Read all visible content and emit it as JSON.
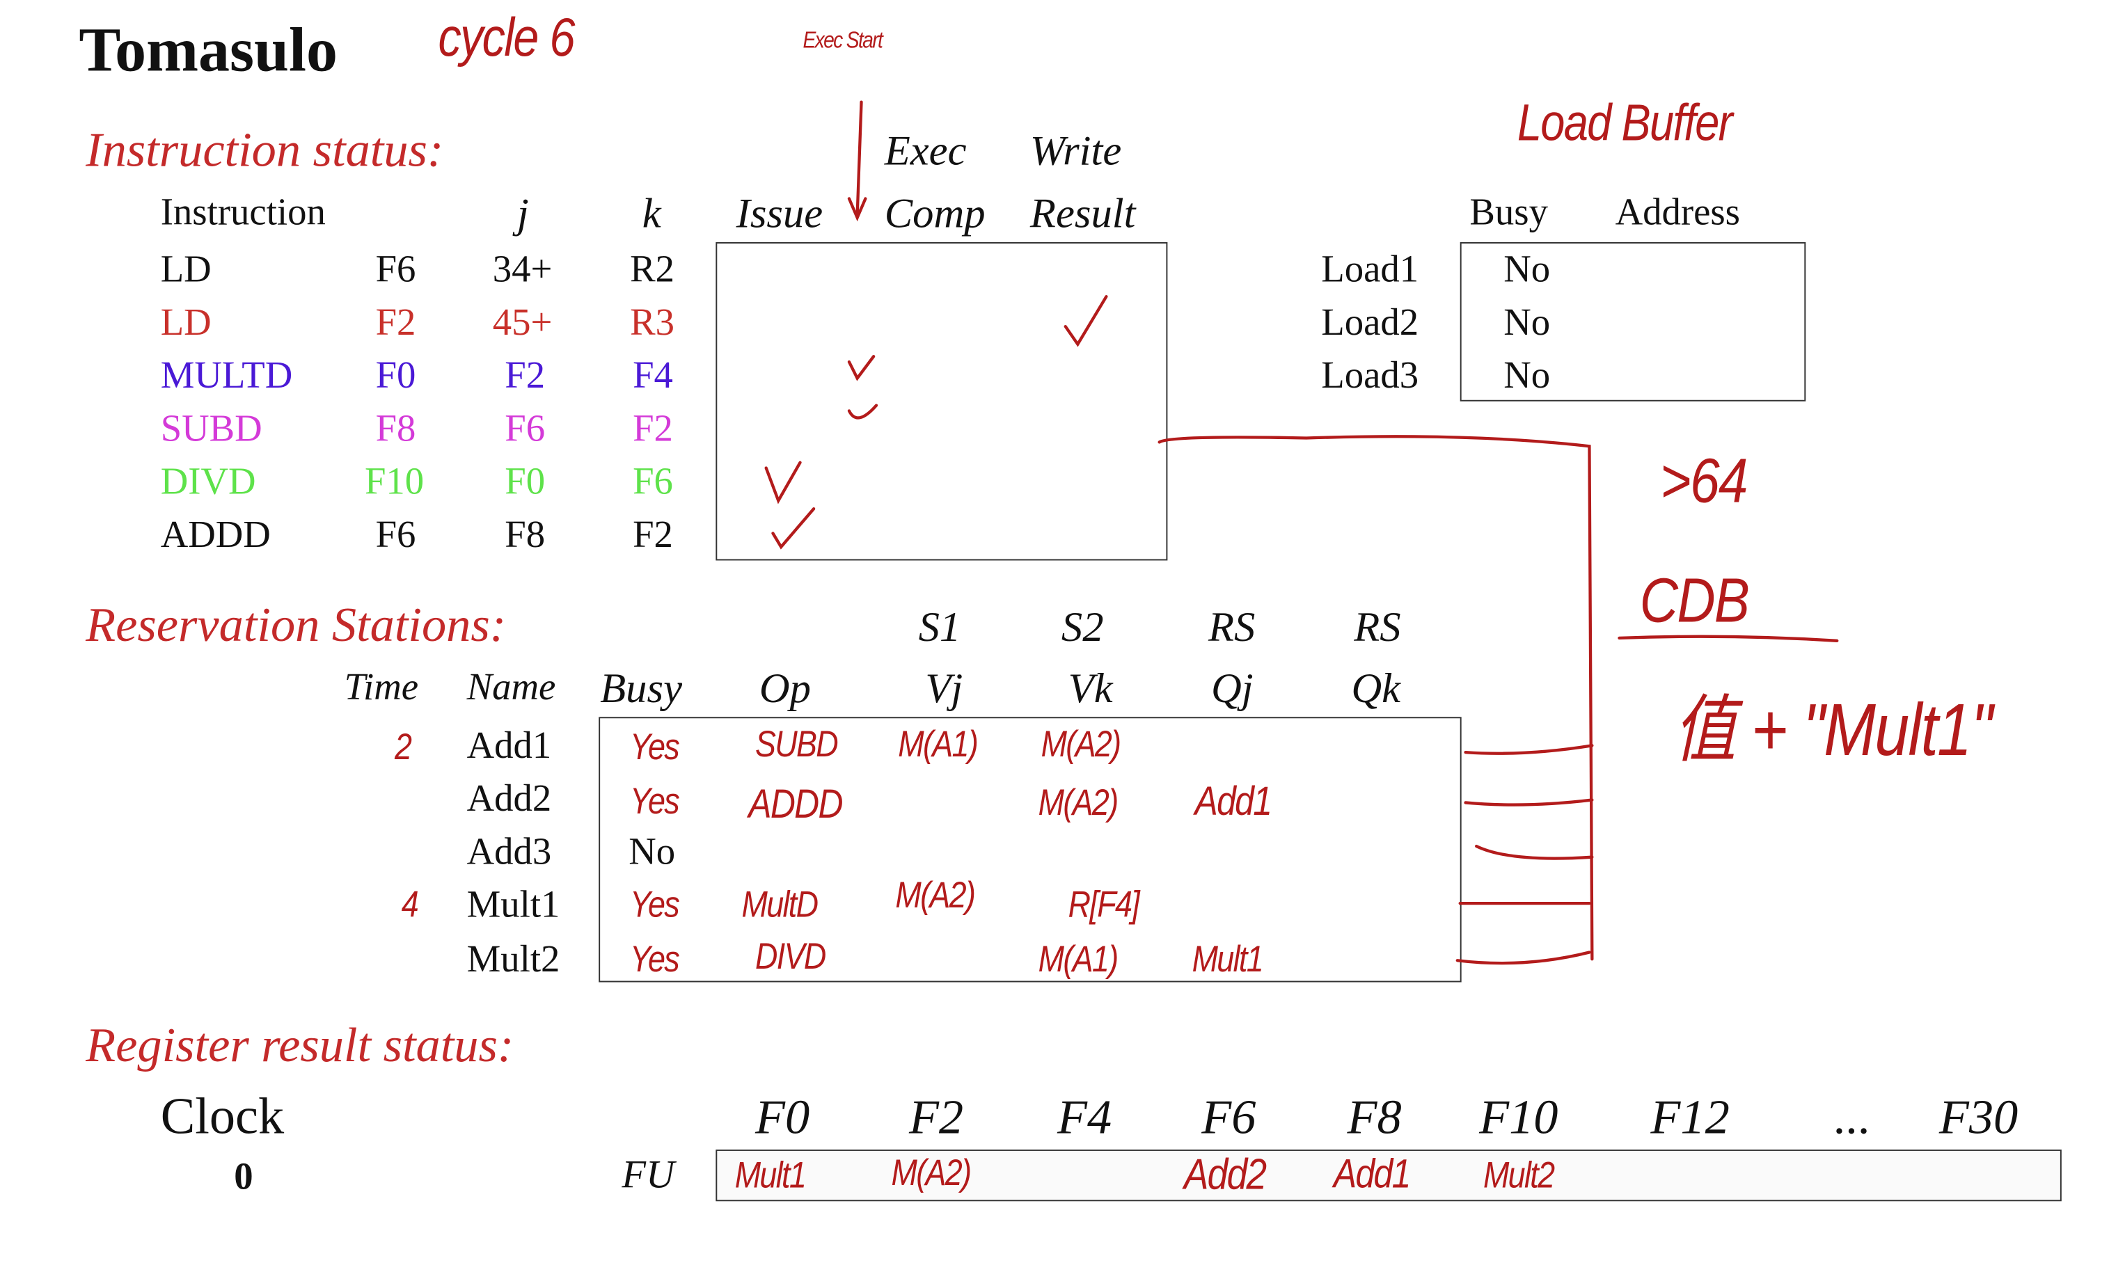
{
  "title": "Tomasulo",
  "annotations": {
    "cycle": "cycle 6",
    "exec_start": "Exec Start",
    "load_buffer": "Load Buffer",
    "gt64": ">64",
    "cdb": "CDB",
    "value_note": "值 + \"Mult1\""
  },
  "colors": {
    "heading": "#c42a2a",
    "ink": "#b31b1b",
    "ld2": "#c8302a",
    "multd": "#4a19d6",
    "subd": "#d43ad8",
    "divd": "#5ee24a"
  },
  "instruction_status": {
    "heading": "Instruction status:",
    "headers": {
      "instruction": "Instruction",
      "j": "j",
      "k": "k",
      "issue": "Issue",
      "exec_top": "Exec",
      "exec_bottom": "Comp",
      "write_top": "Write",
      "write_bottom": "Result"
    },
    "rows": [
      {
        "op": "LD",
        "dst": "F6",
        "j": "34+",
        "k": "R2",
        "status": "none"
      },
      {
        "op": "LD",
        "dst": "F2",
        "j": "45+",
        "k": "R3",
        "status": "write-result"
      },
      {
        "op": "MULTD",
        "dst": "F0",
        "j": "F2",
        "k": "F4",
        "status": "exec-start"
      },
      {
        "op": "SUBD",
        "dst": "F8",
        "j": "F6",
        "k": "F2",
        "status": "exec-start"
      },
      {
        "op": "DIVD",
        "dst": "F10",
        "j": "F0",
        "k": "F6",
        "status": "issue"
      },
      {
        "op": "ADDD",
        "dst": "F6",
        "j": "F8",
        "k": "F2",
        "status": "issue"
      }
    ]
  },
  "load_buffers": {
    "headers": {
      "busy": "Busy",
      "address": "Address"
    },
    "rows": [
      {
        "name": "Load1",
        "busy": "No",
        "address": ""
      },
      {
        "name": "Load2",
        "busy": "No",
        "address": ""
      },
      {
        "name": "Load3",
        "busy": "No",
        "address": ""
      }
    ]
  },
  "reservation_stations": {
    "heading": "Reservation Stations:",
    "headers_top": {
      "vj": "S1",
      "vk": "S2",
      "qj": "RS",
      "qk": "RS"
    },
    "headers": {
      "time": "Time",
      "name": "Name",
      "busy": "Busy",
      "op": "Op",
      "vj": "Vj",
      "vk": "Vk",
      "qj": "Qj",
      "qk": "Qk"
    },
    "rows": [
      {
        "time": "2",
        "name": "Add1",
        "busy": "Yes",
        "op": "SUBD",
        "vj": "M(A1)",
        "vk": "M(A2)",
        "qj": "",
        "qk": ""
      },
      {
        "time": "",
        "name": "Add2",
        "busy": "Yes",
        "op": "ADDD",
        "vj": "",
        "vk": "M(A2)",
        "qj": "Add1",
        "qk": ""
      },
      {
        "time": "",
        "name": "Add3",
        "busy": "No",
        "op": "",
        "vj": "",
        "vk": "",
        "qj": "",
        "qk": ""
      },
      {
        "time": "4",
        "name": "Mult1",
        "busy": "Yes",
        "op": "MultD",
        "vj": "M(A2)",
        "vk": "R[F4]",
        "qj": "",
        "qk": ""
      },
      {
        "time": "",
        "name": "Mult2",
        "busy": "Yes",
        "op": "DIVD",
        "vj": "",
        "vk": "M(A1)",
        "qj": "Mult1",
        "qk": ""
      }
    ]
  },
  "register_status": {
    "heading": "Register result status:",
    "clock_label": "Clock",
    "clock_value": "0",
    "fu_label": "FU",
    "registers": [
      "F0",
      "F2",
      "F4",
      "F6",
      "F8",
      "F10",
      "F12",
      "...",
      "F30"
    ],
    "fu": [
      "Mult1",
      "M(A2)",
      "",
      "Add2",
      "Add1",
      "Mult2",
      "",
      "",
      ""
    ]
  }
}
